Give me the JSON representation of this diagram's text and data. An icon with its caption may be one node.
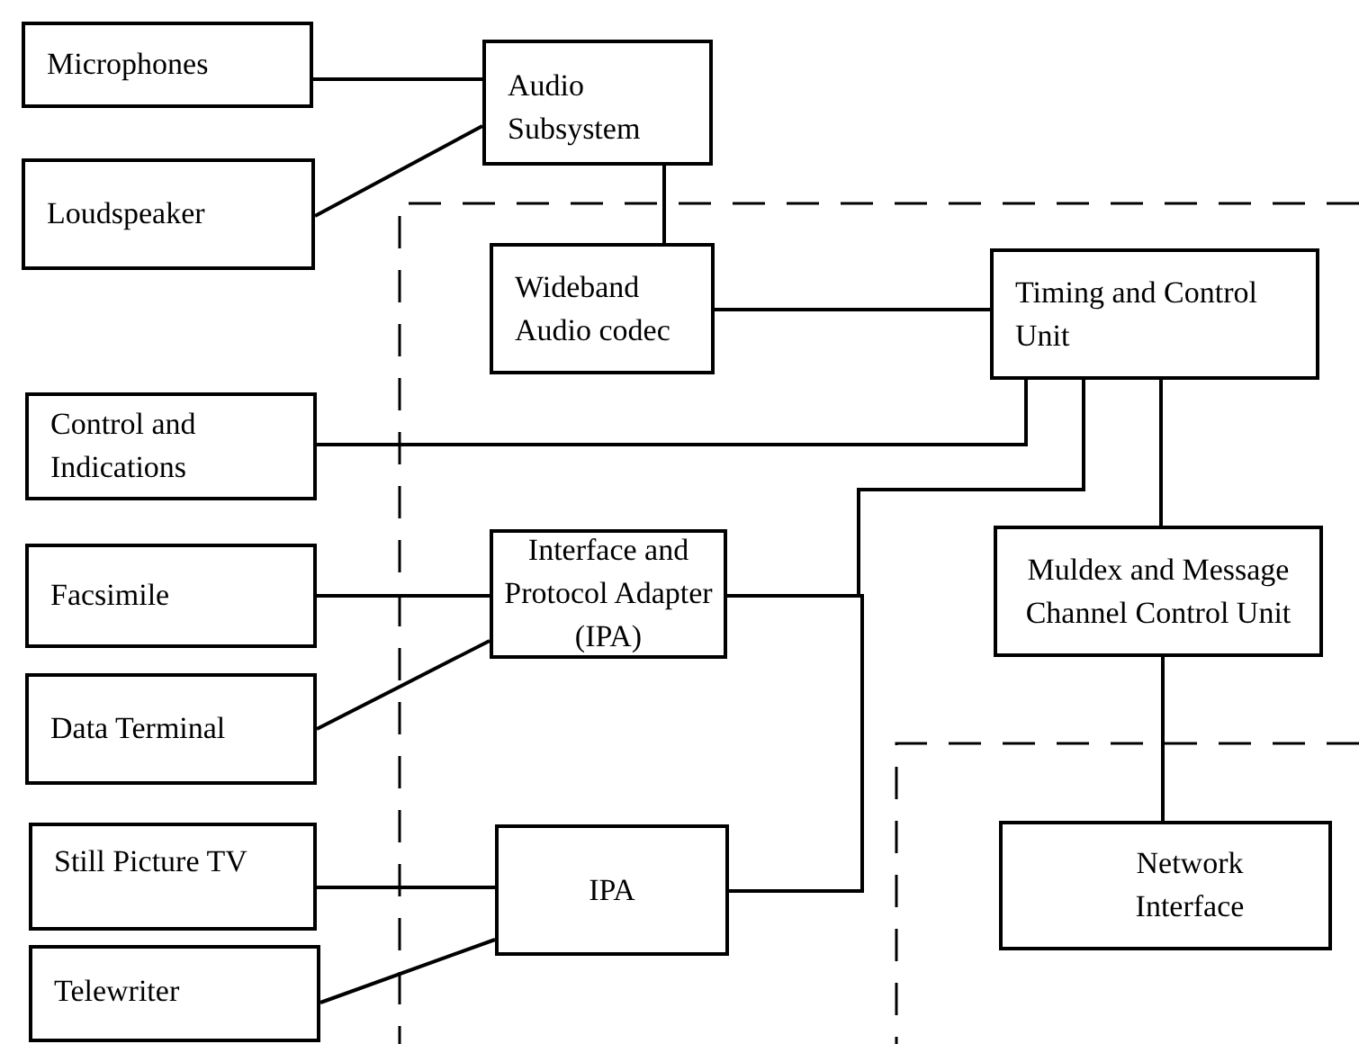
{
  "diagram": {
    "nodes": [
      {
        "text": [
          "Microphones"
        ]
      },
      {
        "text": [
          "Loudspeaker"
        ]
      },
      {
        "text": [
          "Audio Subsystem"
        ]
      },
      {
        "text": [
          "Wideband Audio codec"
        ]
      },
      {
        "text": [
          "Timing and Control Unit"
        ]
      },
      {
        "text": [
          "Control and Indications"
        ]
      },
      {
        "text": [
          "Interface and Protocol Adapter (IPA)"
        ]
      },
      {
        "text": [
          "Muldex and Message Channel Control Unit"
        ]
      },
      {
        "text": [
          "Facsimile"
        ]
      },
      {
        "text": [
          "Data Terminal"
        ]
      },
      {
        "text": [
          "Still Picture TV"
        ]
      },
      {
        "text": [
          "IPA"
        ]
      },
      {
        "text": [
          "Telewriter"
        ]
      },
      {
        "text": [
          "Network Interface"
        ]
      }
    ],
    "edges": [
      {
        "from": 0,
        "to": 2,
        "arrow": "none"
      },
      {
        "from": 1,
        "to": 2,
        "arrow": "none"
      },
      {
        "from": 2,
        "to": 3,
        "arrow": "none"
      },
      {
        "from": 3,
        "to": 4,
        "arrow": "none"
      },
      {
        "from": 5,
        "to": 4,
        "arrow": "none"
      },
      {
        "from": 6,
        "to": 4,
        "arrow": "none"
      },
      {
        "from": 11,
        "to": 4,
        "arrow": "none"
      },
      {
        "from": 4,
        "to": 7,
        "arrow": "none"
      },
      {
        "from": 7,
        "to": 13,
        "arrow": "none"
      },
      {
        "from": 8,
        "to": 6,
        "arrow": "none"
      },
      {
        "from": 9,
        "to": 6,
        "arrow": "none"
      },
      {
        "from": 10,
        "to": 11,
        "arrow": "none"
      },
      {
        "from": 12,
        "to": 11,
        "arrow": "none"
      }
    ]
  }
}
